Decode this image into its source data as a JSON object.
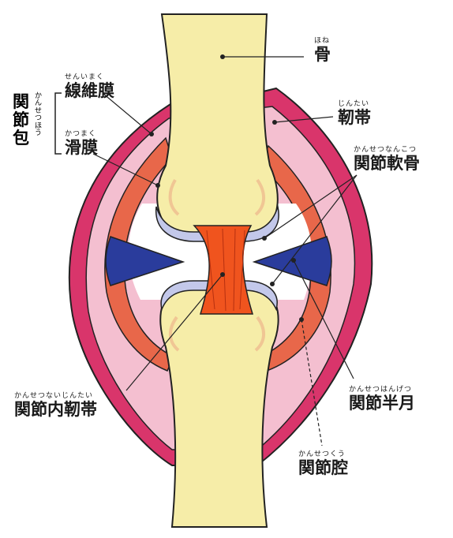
{
  "labels": {
    "bone": {
      "text": "骨",
      "ruby": "ほね"
    },
    "ligament": {
      "text": "靭帯",
      "ruby": "じんたい"
    },
    "fibrous": {
      "text": "線維膜",
      "ruby": "せんいまく"
    },
    "synovial": {
      "text": "滑膜",
      "ruby": "かつまく"
    },
    "capsule": {
      "text": "関節包",
      "ruby": "かんせつほう"
    },
    "cartilage": {
      "text": "関節軟骨",
      "ruby": "かんせつなんこつ"
    },
    "intra_lig": {
      "text": "関節内靭帯",
      "ruby": "かんせつないじんたい"
    },
    "meniscus": {
      "text": "関節半月",
      "ruby": "かんせつはんげつ"
    },
    "cavity": {
      "text": "関節腔",
      "ruby": "かんせつくう"
    }
  },
  "colors": {
    "bone": "#f6eda8",
    "outer_capsule": "#d9356b",
    "pink_layer": "#f4bfd0",
    "synovial": "#e8674a",
    "cartilage": "#c3c8ea",
    "meniscus": "#2a3c9c",
    "intra_ligament": "#f0541e"
  }
}
